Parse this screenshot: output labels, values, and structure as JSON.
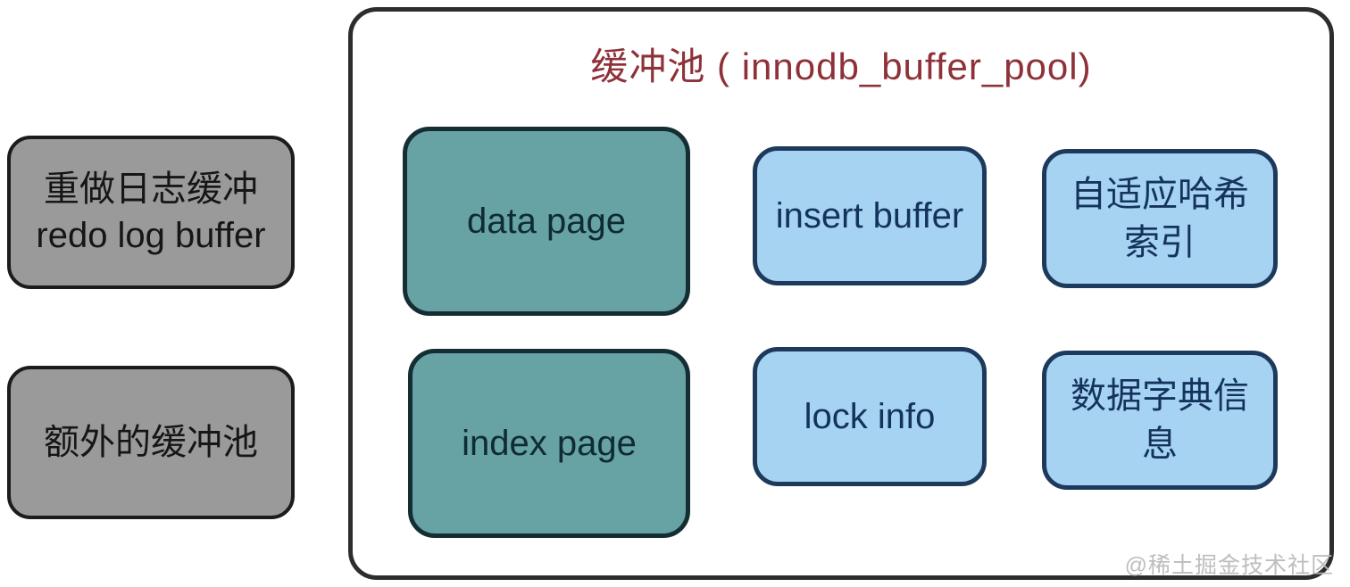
{
  "side_boxes": {
    "redo_log_buffer": {
      "line1": "重做日志缓冲",
      "line2": "redo log buffer"
    },
    "extra_buffer_pool": {
      "line1": "额外的缓冲池"
    }
  },
  "buffer_pool": {
    "title": "缓冲池 ( innodb_buffer_pool)",
    "cells": [
      {
        "id": "data-page",
        "label": "data page",
        "style": "teal"
      },
      {
        "id": "insert-buffer",
        "label": "insert buffer",
        "style": "blue"
      },
      {
        "id": "adaptive-hash-index",
        "label": "自适应哈希索引",
        "style": "blue"
      },
      {
        "id": "index-page",
        "label": "index page",
        "style": "teal"
      },
      {
        "id": "lock-info",
        "label": "lock info",
        "style": "blue"
      },
      {
        "id": "data-dictionary-info",
        "label": "数据字典信息",
        "style": "blue"
      }
    ]
  },
  "watermark": {
    "text": "@稀土掘金技术社区"
  },
  "colors": {
    "background": "#ffffff",
    "gray_fill": "#9a9a9a",
    "gray_border": "#1c1c1c",
    "gray_text": "#161616",
    "pool_border": "#2d2d2d",
    "pool_title": "#8e3138",
    "teal_fill": "#67a2a4",
    "teal_border": "#152e33",
    "teal_text": "#0f2b33",
    "blue_fill": "#a6d3f1",
    "blue_border": "#1d3a5c",
    "blue_text": "#14335c",
    "watermark_text": "#b9b9b9"
  }
}
